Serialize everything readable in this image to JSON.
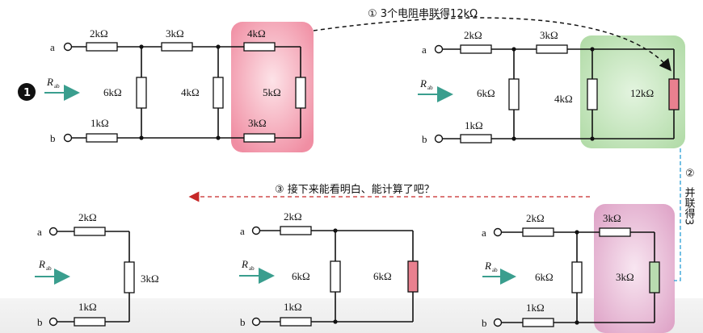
{
  "annotations": {
    "step1": "① 3个电阻串联得12kΩ",
    "step2_circle": "②",
    "step2_text": "并联得3",
    "step3": "③ 接下来能看明白、能计算了吧？"
  },
  "colors": {
    "pink_box": "#f2a0b2",
    "green_box": "#c6e7c0",
    "mauve_box": "#e6b3d2",
    "res_pink": "#e9808f",
    "res_green": "#b9dcb0",
    "arrow_teal": "#3a9e8e",
    "dash_red": "#c62828",
    "dash_blue": "#2a9fd6"
  },
  "circuit1": {
    "step_marker": "❶",
    "node_a": "a",
    "node_b": "b",
    "rab": "R",
    "rab_sub": "ab",
    "r_top1": "2kΩ",
    "r_top2": "3kΩ",
    "r_top3": "4kΩ",
    "r_mid1": "6kΩ",
    "r_mid2": "4kΩ",
    "r_right": "5kΩ",
    "r_bot1": "1kΩ",
    "r_bot3": "3kΩ"
  },
  "circuit2": {
    "node_a": "a",
    "node_b": "b",
    "rab": "R",
    "rab_sub": "ab",
    "r_top1": "2kΩ",
    "r_top2": "3kΩ",
    "r_mid1": "6kΩ",
    "r_mid2": "4kΩ",
    "r_right": "12kΩ",
    "r_bot1": "1kΩ"
  },
  "circuit3": {
    "node_a": "a",
    "node_b": "b",
    "rab": "R",
    "rab_sub": "ab",
    "r_top1": "2kΩ",
    "r_top2": "3kΩ",
    "r_mid1": "6kΩ",
    "r_right": "3kΩ",
    "r_bot1": "1kΩ"
  },
  "circuit4": {
    "node_a": "a",
    "node_b": "b",
    "rab": "R",
    "rab_sub": "ab",
    "r_top1": "2kΩ",
    "r_mid1": "6kΩ",
    "r_right": "6kΩ",
    "r_bot1": "1kΩ"
  },
  "circuit5": {
    "node_a": "a",
    "node_b": "b",
    "rab": "R",
    "rab_sub": "ab",
    "r_top1": "2kΩ",
    "r_right": "3kΩ",
    "r_bot1": "1kΩ"
  }
}
